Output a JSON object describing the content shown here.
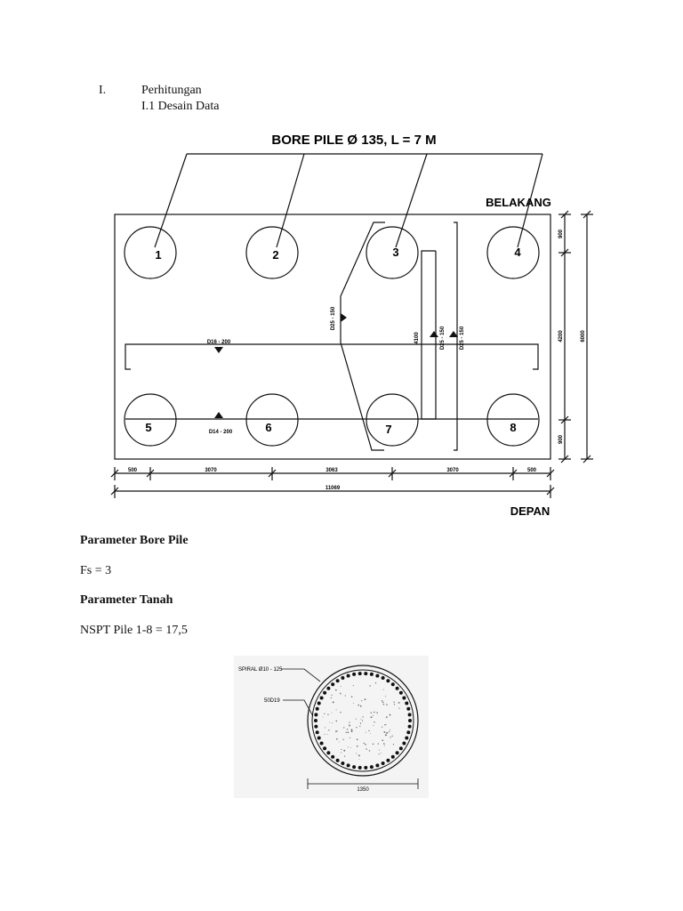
{
  "section": {
    "number": "I.",
    "title": "Perhitungan",
    "subsection": "I.1  Desain Data"
  },
  "drawing": {
    "title": "BORE PILE Ø 135, L = 7 M",
    "label_back": "BELAKANG",
    "label_front": "DEPAN",
    "piles": [
      "1",
      "2",
      "3",
      "4",
      "5",
      "6",
      "7",
      "8"
    ],
    "rebar_top": "D16 - 200",
    "rebar_bottom": "D14 - 200",
    "rebar_diag": "D25 - 150",
    "rebar_v1": "D25 - 150",
    "rebar_v2": "D25 - 150",
    "dim_inner_v": "4100",
    "dims_bottom": [
      "500",
      "3070",
      "3063",
      "3070",
      "500"
    ],
    "dim_total_h": "11069",
    "dims_right": [
      "900",
      "4200",
      "900"
    ],
    "dim_total_v": "6000"
  },
  "parameters": {
    "bore_pile_heading": "Parameter Bore Pile",
    "fs": "Fs = 3",
    "tanah_heading": "Parameter Tanah",
    "nspt": "NSPT Pile 1-8 = 17,5"
  },
  "section_detail": {
    "spiral_label": "SPIRAL Ø10 - 125",
    "bars_label": "50D19",
    "diameter": "1350"
  }
}
